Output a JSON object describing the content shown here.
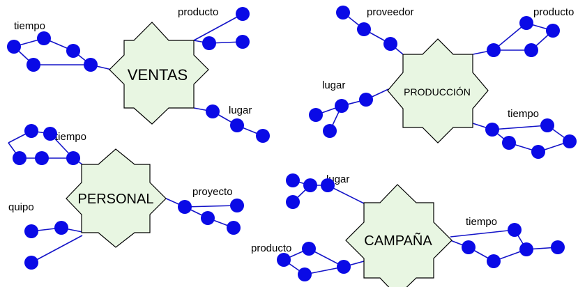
{
  "diagram": {
    "ventas": {
      "label": "VENTAS",
      "dims": {
        "tiempo": "tiempo",
        "producto": "producto",
        "lugar": "lugar"
      }
    },
    "produccion": {
      "label": "PRODUCCIÓN",
      "dims": {
        "proveedor": "proveedor",
        "producto": "producto",
        "lugar": "lugar",
        "tiempo": "tiempo"
      }
    },
    "personal": {
      "label": "PERSONAL",
      "dims": {
        "tiempo": "tiempo",
        "equipo": "quipo",
        "proyecto": "proyecto"
      }
    },
    "campana": {
      "label": "CAMPAÑA",
      "dims": {
        "lugar": "lugar",
        "producto": "producto",
        "tiempo": "tiempo"
      }
    }
  },
  "colors": {
    "star_fill": "#e8f6e2",
    "node": "#0a0ae6",
    "edge": "#1414c8"
  }
}
